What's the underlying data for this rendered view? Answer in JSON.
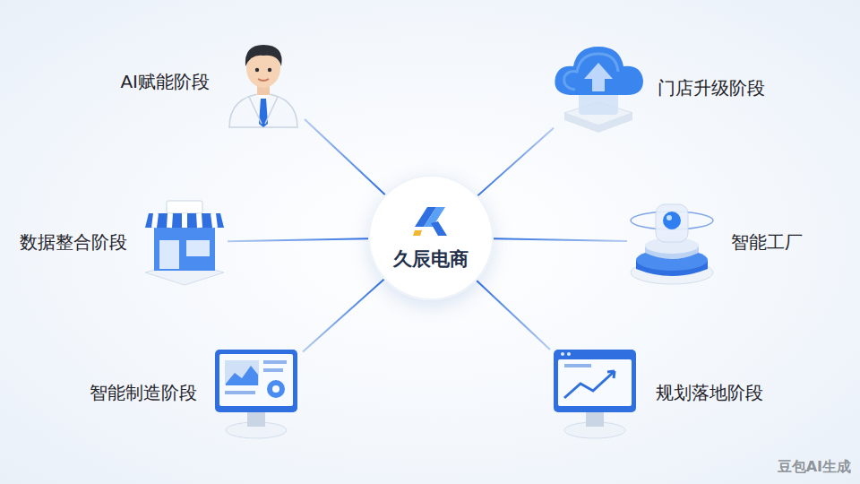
{
  "diagram": {
    "nodes": [
      {
        "text": [
          "AI赋能阶段"
        ]
      },
      {
        "text": [
          "门店升级阶段"
        ]
      },
      {
        "text": [
          "数据整合阶段"
        ]
      },
      {
        "text": [
          "久辰电商"
        ]
      },
      {
        "text": [
          "智能工厂"
        ]
      },
      {
        "text": [
          "智能制造阶段"
        ]
      },
      {
        "text": [
          "规划落地阶段"
        ]
      }
    ],
    "edges": [
      {
        "from": 3,
        "to": 0,
        "arrow": "none"
      },
      {
        "from": 3,
        "to": 1,
        "arrow": "none"
      },
      {
        "from": 3,
        "to": 2,
        "arrow": "none"
      },
      {
        "from": 3,
        "to": 4,
        "arrow": "none"
      },
      {
        "from": 3,
        "to": 5,
        "arrow": "none"
      },
      {
        "from": 3,
        "to": 6,
        "arrow": "none"
      }
    ],
    "labels": [
      "豆包AI生成"
    ]
  }
}
